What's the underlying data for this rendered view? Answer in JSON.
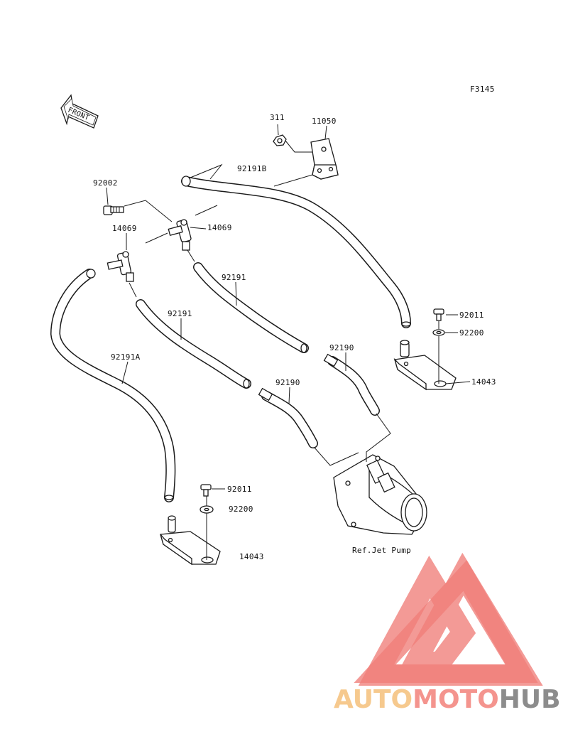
{
  "diagram": {
    "figure_code": "F3145",
    "front_label": "FRONT",
    "reference_label": "Ref.Jet Pump",
    "callouts": [
      {
        "id": "c-311",
        "text": "311"
      },
      {
        "id": "c-11050",
        "text": "11050"
      },
      {
        "id": "c-92191b",
        "text": "92191B"
      },
      {
        "id": "c-92002",
        "text": "92002"
      },
      {
        "id": "c-14069-a",
        "text": "14069"
      },
      {
        "id": "c-14069-b",
        "text": "14069"
      },
      {
        "id": "c-92191-a",
        "text": "92191"
      },
      {
        "id": "c-92191-b",
        "text": "92191"
      },
      {
        "id": "c-92191a",
        "text": "92191A"
      },
      {
        "id": "c-92011-a",
        "text": "92011"
      },
      {
        "id": "c-92200-a",
        "text": "92200"
      },
      {
        "id": "c-14043-a",
        "text": "14043"
      },
      {
        "id": "c-92190-a",
        "text": "92190"
      },
      {
        "id": "c-92190-b",
        "text": "92190"
      },
      {
        "id": "c-92011-b",
        "text": "92011"
      },
      {
        "id": "c-92200-b",
        "text": "92200"
      },
      {
        "id": "c-14043-b",
        "text": "14043"
      }
    ]
  },
  "watermark": {
    "text_part1": "AUTO",
    "text_part2": "MOTO",
    "text_part3": "HUB",
    "colors": {
      "part1": "#f6c98e",
      "part2": "#f4948e",
      "part3": "#8c8c8c",
      "triangle": "#f07e78"
    }
  }
}
